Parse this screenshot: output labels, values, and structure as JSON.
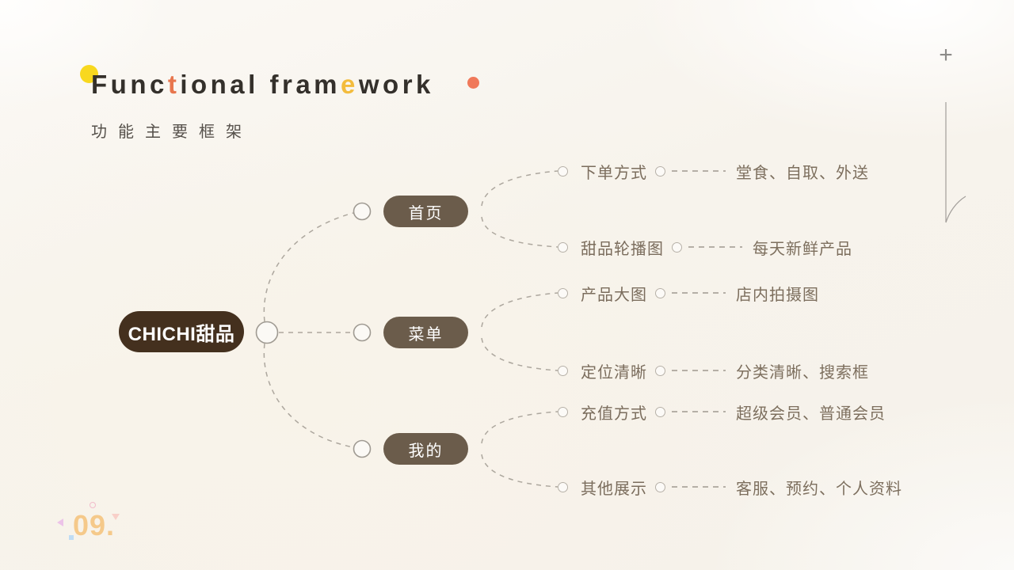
{
  "header": {
    "title_parts": [
      {
        "text": "Func",
        "color_role": "dark"
      },
      {
        "text": "t",
        "color_role": "orange"
      },
      {
        "text": "ional fram",
        "color_role": "dark"
      },
      {
        "text": "e",
        "color_role": "yellow"
      },
      {
        "text": "work",
        "color_role": "dark"
      }
    ],
    "title_full": "Functional framework",
    "subtitle": "功能主要框架"
  },
  "mindmap": {
    "root": {
      "label": "CHICHI甜品"
    },
    "branches": [
      {
        "label": "首页",
        "leaves": [
          {
            "label": "下单方式",
            "desc": "堂食、自取、外送"
          },
          {
            "label": "甜品轮播图",
            "desc": "每天新鲜产品"
          }
        ]
      },
      {
        "label": "菜单",
        "leaves": [
          {
            "label": "产品大图",
            "desc": "店内拍摄图"
          },
          {
            "label": "定位清晰",
            "desc": "分类清晰、搜索框"
          }
        ]
      },
      {
        "label": "我的",
        "leaves": [
          {
            "label": "充值方式",
            "desc": "超级会员、普通会员"
          },
          {
            "label": "其他展示",
            "desc": "客服、预约、个人资料"
          }
        ]
      }
    ]
  },
  "corner": {
    "plus": "+"
  },
  "footer": {
    "page_number": "09."
  },
  "colors": {
    "title_text": "#34302B",
    "accent_orange": "#E8764E",
    "accent_yellow": "#F3BC3D",
    "dot_yellow": "#F8D81F",
    "dot_orange": "#F0795A",
    "root_pill": "#44301E",
    "branch_pill": "#6B5C4B",
    "pill_text": "#FFFFFF",
    "leaf_text": "#7B6D5D",
    "connector": "#ADA79E",
    "page_number": "#F5C98A"
  },
  "icons": [
    "plus-icon",
    "yellow-dot-decoration",
    "orange-dot-decoration",
    "junction-circle-icon"
  ]
}
